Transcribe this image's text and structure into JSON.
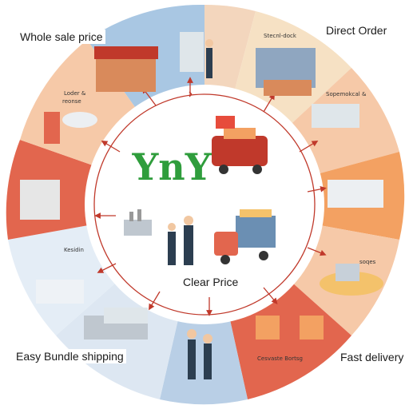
{
  "logo": {
    "text": "YnY",
    "color": "#2f9d3c"
  },
  "labels": {
    "wholesale": "Whole sale price",
    "direct": "Direct Order",
    "clear": "Clear Price",
    "bundle": "Easy Bundle shipping",
    "fast": "Fast delivery"
  },
  "small_labels": {
    "l1": "Loder &",
    "l1b": "reonse",
    "l2": "Stecnl-dock",
    "l3": "Sopemokcal &",
    "l4": "Kesidin",
    "l5": "soqes",
    "l6": "Cesvaste Bortsg"
  },
  "colors": {
    "blue": "#a9c7e3",
    "peach": "#f6c9a8",
    "orange": "#f3a162",
    "red": "#e2664e",
    "inner_ring": "#ffffff",
    "arrow": "#c0392b"
  }
}
